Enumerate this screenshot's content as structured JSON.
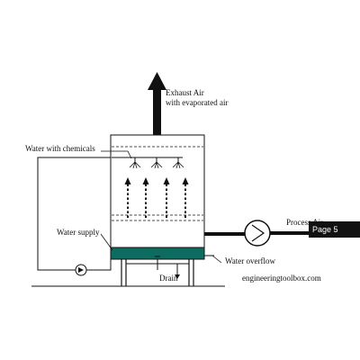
{
  "labels": {
    "exhaust_line1": "Exhaust Air",
    "exhaust_line2": "with evaporated air",
    "water_chemicals": "Water with chemicals",
    "water_supply": "Water supply",
    "water_overflow": "Water overflow",
    "drain": "Drain",
    "process_air": "Process Air",
    "source": "engineeringtoolbox.com"
  },
  "overlay_tag": "Page 5",
  "colors": {
    "basin_fill": "#0e6b60",
    "line": "#111111",
    "background": "#ffffff",
    "tag_background": "#111111"
  }
}
